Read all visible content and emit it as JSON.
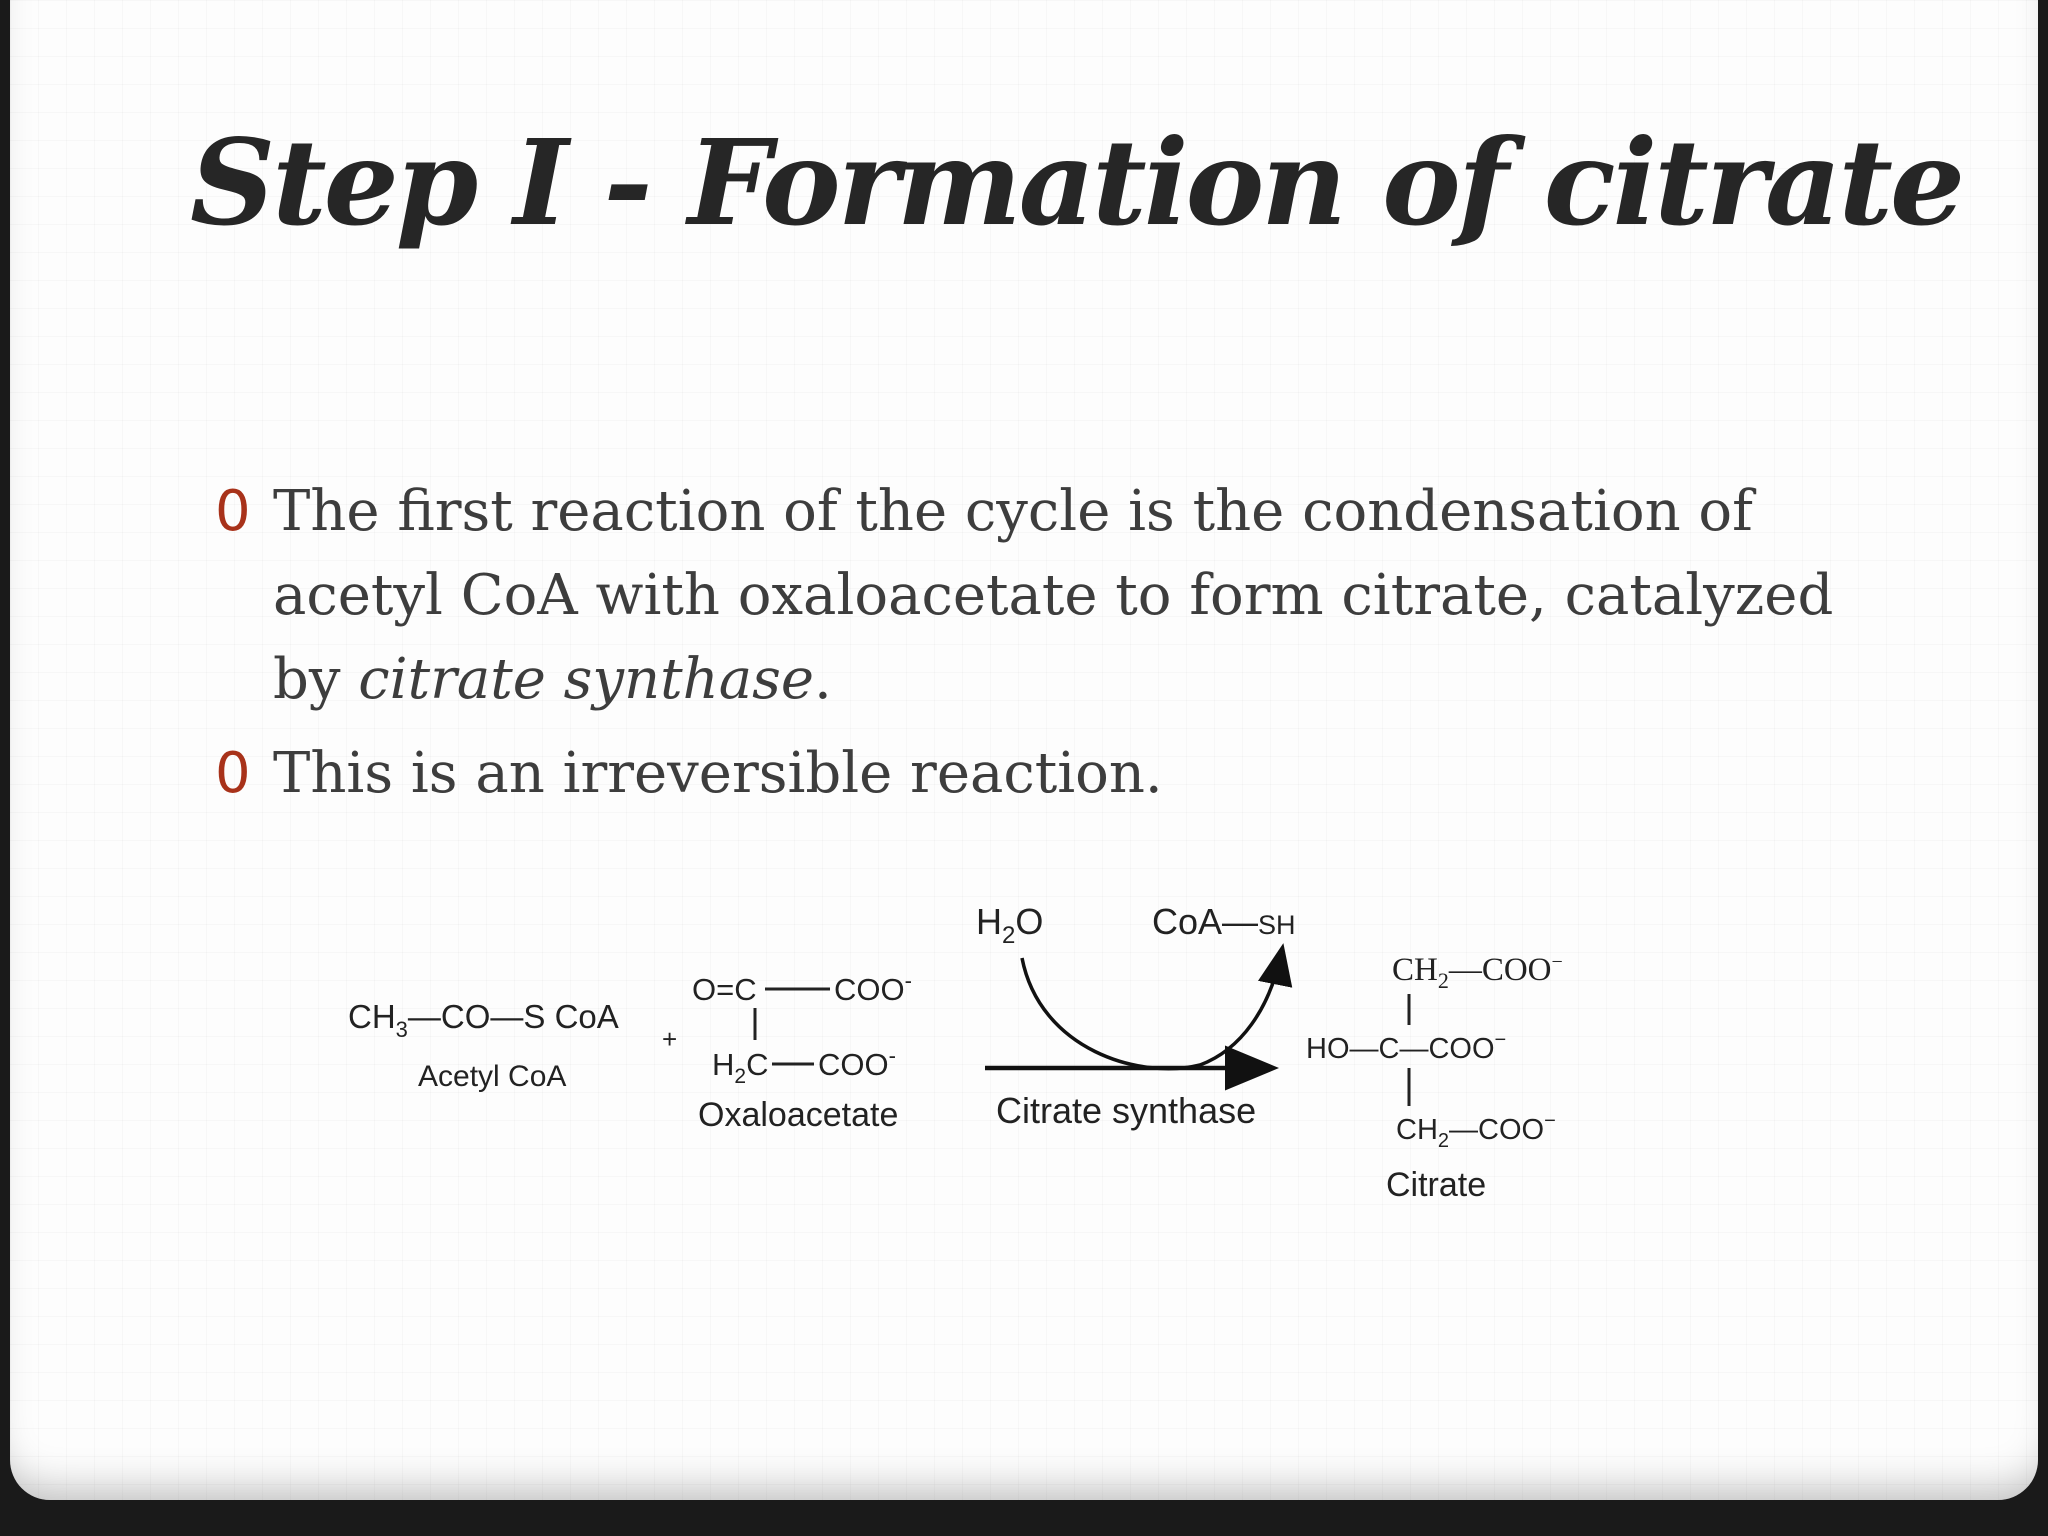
{
  "slide": {
    "title": "Step I - Formation of citrate",
    "bullets": [
      {
        "marker": "0",
        "text_before": "The first reaction of the cycle is the condensation of acetyl CoA with oxaloacetate to form citrate, catalyzed by ",
        "emphasis": "citrate synthase",
        "text_after": "."
      },
      {
        "marker": "0",
        "text_before": "This is an irreversible reaction.",
        "emphasis": "",
        "text_after": ""
      }
    ]
  },
  "reaction": {
    "acetyl_coa": {
      "formula_ch": "CH",
      "formula_sub": "3",
      "formula_rest": "—CO—S CoA",
      "name": "Acetyl CoA"
    },
    "plus": "+",
    "oxaloacetate": {
      "top_left": "O=C",
      "top_right": "COO",
      "top_charge": "-",
      "bottom_h": "H",
      "bottom_sub": "2",
      "bottom_c": "C",
      "bottom_right": "COO",
      "bottom_charge": "-",
      "name": "Oxaloacetate"
    },
    "arrow": {
      "input_h": "H",
      "input_sub": "2",
      "input_o": "O",
      "output_coa": "CoA—",
      "output_sh": "SH",
      "enzyme": "Citrate synthase"
    },
    "citrate": {
      "top_ch": "CH",
      "top_sub": "2",
      "top_rest": "—COO",
      "top_charge": "−",
      "mid_left": "HO—",
      "mid_c": "C",
      "mid_rest": "—COO",
      "mid_charge": "−",
      "bottom_ch": "CH",
      "bottom_sub": "2",
      "bottom_rest": "—COO",
      "bottom_charge": "−",
      "name": "Citrate"
    }
  }
}
